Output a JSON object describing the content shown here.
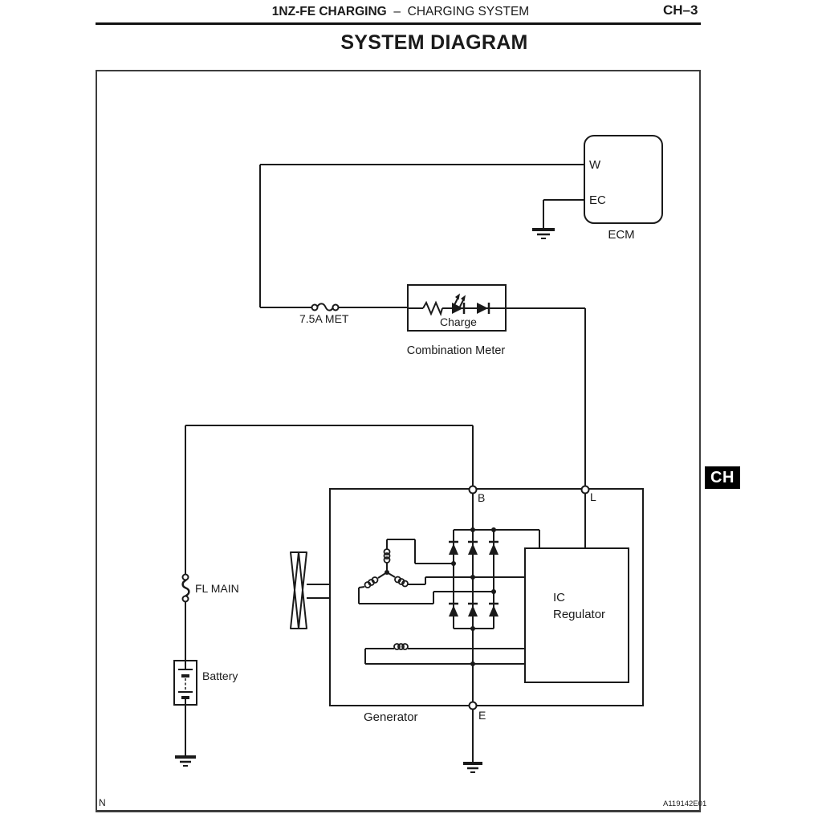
{
  "page": {
    "header": {
      "section_bold": "1NZ-FE CHARGING",
      "separator": "–",
      "section_regular": "CHARGING SYSTEM",
      "page_number": "CH–3"
    },
    "title": "SYSTEM DIAGRAM",
    "footer": {
      "left_mark": "N",
      "figure_id": "A119142E01"
    },
    "side_tab": "CH",
    "colors": {
      "line": "#1a1a1a",
      "tab_bg": "#000000",
      "tab_fg": "#ffffff"
    }
  },
  "diagram": {
    "ecm": {
      "label": "ECM",
      "terminal_w": "W",
      "terminal_ec": "EC"
    },
    "fuse": {
      "label": "7.5A MET"
    },
    "combination_meter": {
      "label": "Combination Meter",
      "lamp_label": "Charge"
    },
    "generator": {
      "label": "Generator",
      "terminal_b": "B",
      "terminal_l": "L",
      "terminal_e": "E",
      "ic_regulator_label": "IC Regulator"
    },
    "fusible_link": {
      "label": "FL MAIN"
    },
    "battery": {
      "label": "Battery"
    }
  }
}
